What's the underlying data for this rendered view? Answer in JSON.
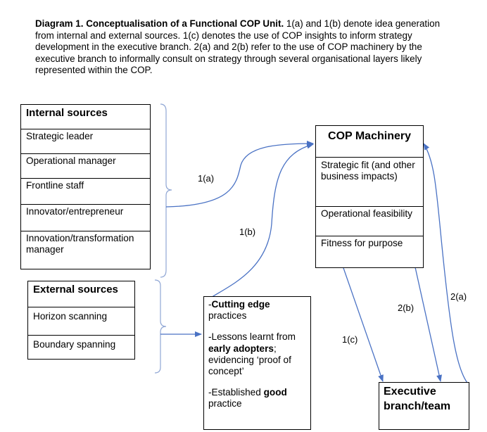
{
  "caption": {
    "title": "Diagram 1. Conceptualisation of a Functional COP Unit.",
    "body": " 1(a) and 1(b) denote idea generation from internal and external sources. 1(c) denotes the use of COP insights to inform strategy development in the executive branch. 2(a) and 2(b) refer to the use of COP machinery by the executive branch to informally consult on strategy through several organisational layers likely represented within the COP."
  },
  "internal": {
    "title": "Internal sources",
    "items": [
      "Strategic leader",
      "Operational manager",
      "Frontline staff",
      "Innovator/entrepreneur",
      "Innovation/transformation manager"
    ]
  },
  "external": {
    "title": "External sources",
    "items": [
      "Horizon scanning",
      "Boundary spanning"
    ]
  },
  "cop": {
    "title": "COP Machinery",
    "items": [
      "Strategic fit (and other business impacts)",
      "Operational feasibility",
      "Fitness for purpose"
    ]
  },
  "practices": {
    "p1_pre": "-",
    "p1_bold": "Cutting edge",
    "p1_post": " practices",
    "p2_pre": "-Lessons learnt from ",
    "p2_bold": "early adopters",
    "p2_post": "; evidencing ‘proof of concept’",
    "p3_pre": "-Established ",
    "p3_bold": "good",
    "p3_post": " practice"
  },
  "executive": {
    "title": "Executive branch/team"
  },
  "labels": {
    "a1": "1(a)",
    "b1": "1(b)",
    "c1": "1(c)",
    "a2": "2(a)",
    "b2": "2(b)"
  },
  "colors": {
    "arrow": "#4a72c4",
    "bracket": "#8fa6d4"
  }
}
